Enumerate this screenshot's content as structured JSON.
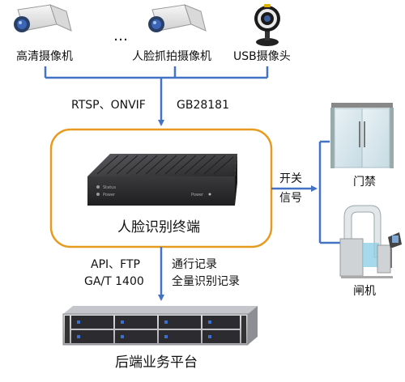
{
  "cameras": [
    {
      "label": "高清摄像机",
      "icon": "box-camera-icon"
    },
    {
      "label": "人脸抓拍摄像机",
      "icon": "box-camera-icon"
    },
    {
      "label": "USB摄像头",
      "icon": "webcam-icon"
    }
  ],
  "ellipsis": "…",
  "protocols": {
    "left": "RTSP、ONVIF",
    "right": "GB28181"
  },
  "terminal": {
    "label": "人脸识别终端",
    "device_labels": [
      "Status",
      "Power",
      "Power"
    ]
  },
  "control_signal": {
    "line1": "开关",
    "line2": "信号"
  },
  "access_devices": [
    {
      "label": "门禁",
      "icon": "glass-door-icon"
    },
    {
      "label": "闸机",
      "icon": "turnstile-gate-icon"
    }
  ],
  "upload": {
    "api_line1": "API、FTP",
    "api_line2": "GA/T 1400",
    "records_line1": "通行记录",
    "records_line2": "全量识别记录"
  },
  "platform": {
    "label": "后端业务平台",
    "icon": "rack-server-icon"
  },
  "colors": {
    "arrow": "#4472c4",
    "frame": "#e69b1e",
    "device": "#2d2d2f"
  }
}
